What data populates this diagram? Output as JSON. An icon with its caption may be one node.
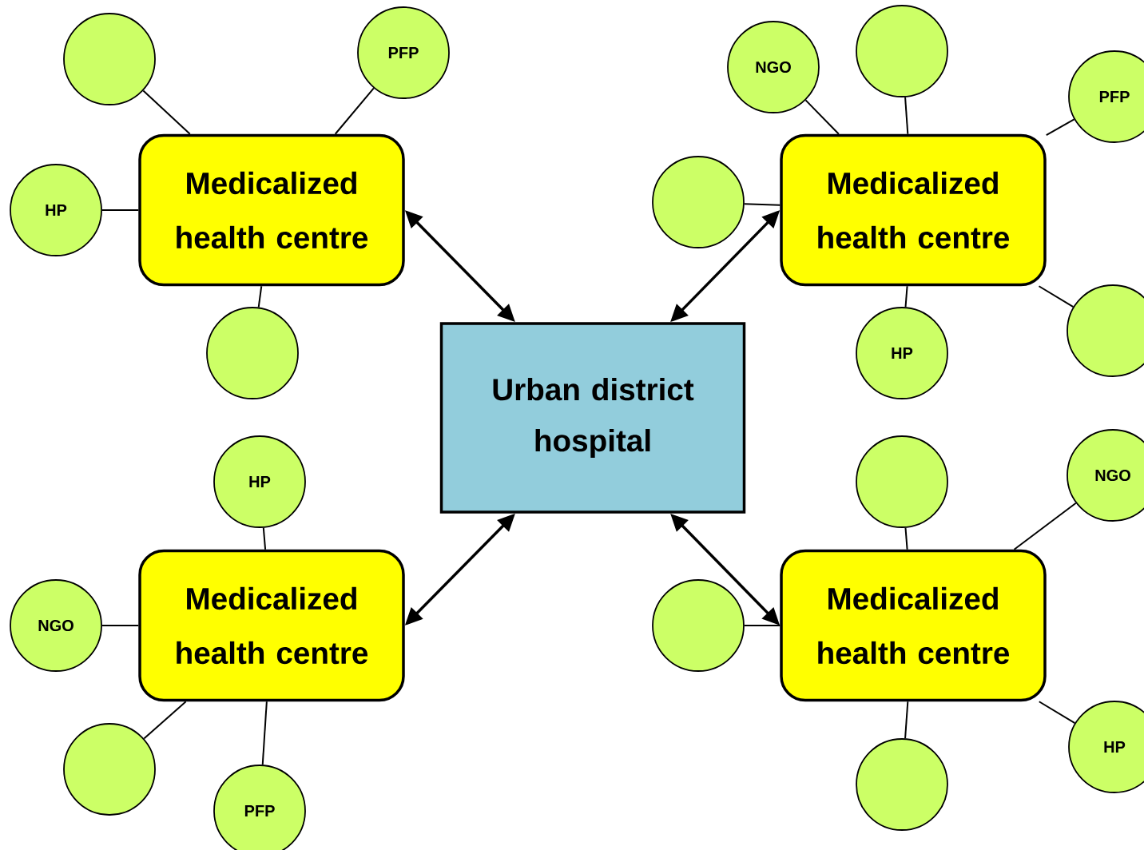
{
  "diagram": {
    "nodes": [
      {
        "text": [
          "Medicalized health centre"
        ]
      },
      {
        "text": [],
        "shape": "circle"
      },
      {
        "text": [
          "PFP"
        ]
      },
      {
        "text": [
          "HP"
        ]
      },
      {
        "text": [],
        "shape": "circle"
      },
      {
        "text": [
          "Medicalized health centre"
        ]
      },
      {
        "text": [
          "NGO"
        ]
      },
      {
        "text": [],
        "shape": "circle"
      },
      {
        "text": [
          "PFP"
        ]
      },
      {
        "text": [],
        "shape": "circle"
      },
      {
        "text": [],
        "shape": "circle"
      },
      {
        "text": [
          "HP"
        ]
      },
      {
        "text": [
          "Urban district hospital"
        ]
      },
      {
        "text": [
          "Medicalized health centre"
        ]
      },
      {
        "text": [
          "HP"
        ]
      },
      {
        "text": [
          "NGO"
        ]
      },
      {
        "text": [],
        "shape": "circle"
      },
      {
        "text": [
          "PFP"
        ]
      },
      {
        "text": [
          "Medicalized health centre"
        ]
      },
      {
        "text": [],
        "shape": "circle"
      },
      {
        "text": [
          "NGO"
        ]
      },
      {
        "text": [],
        "shape": "circle"
      },
      {
        "text": [
          "HP"
        ]
      },
      {
        "text": [],
        "shape": "circle"
      }
    ],
    "edges": [
      {
        "from": 0,
        "to": 12,
        "arrow": "both"
      },
      {
        "from": 5,
        "to": 12,
        "arrow": "both"
      },
      {
        "from": 13,
        "to": 12,
        "arrow": "both"
      },
      {
        "from": 18,
        "to": 12,
        "arrow": "both"
      },
      {
        "from": 0,
        "to": 1,
        "arrow": "none"
      },
      {
        "from": 0,
        "to": 2,
        "arrow": "none"
      },
      {
        "from": 0,
        "to": 3,
        "arrow": "none"
      },
      {
        "from": 0,
        "to": 4,
        "arrow": "none"
      },
      {
        "from": 5,
        "to": 6,
        "arrow": "none"
      },
      {
        "from": 5,
        "to": 7,
        "arrow": "none"
      },
      {
        "from": 5,
        "to": 8,
        "arrow": "none"
      },
      {
        "from": 5,
        "to": 9,
        "arrow": "none"
      },
      {
        "from": 5,
        "to": 10,
        "arrow": "none"
      },
      {
        "from": 5,
        "to": 11,
        "arrow": "none"
      },
      {
        "from": 13,
        "to": 14,
        "arrow": "none"
      },
      {
        "from": 13,
        "to": 15,
        "arrow": "none"
      },
      {
        "from": 13,
        "to": 16,
        "arrow": "none"
      },
      {
        "from": 13,
        "to": 17,
        "arrow": "none"
      },
      {
        "from": 18,
        "to": 19,
        "arrow": "none"
      },
      {
        "from": 18,
        "to": 20,
        "arrow": "none"
      },
      {
        "from": 18,
        "to": 21,
        "arrow": "none"
      },
      {
        "from": 18,
        "to": 22,
        "arrow": "none"
      },
      {
        "from": 18,
        "to": 23,
        "arrow": "none"
      }
    ]
  }
}
